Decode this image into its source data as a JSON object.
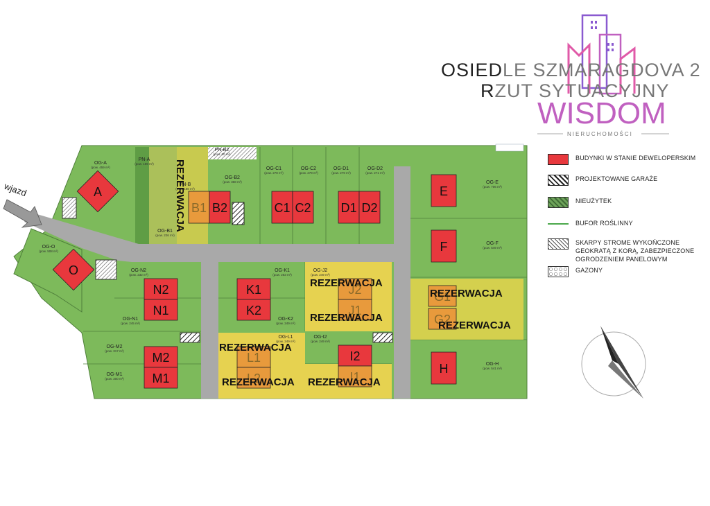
{
  "header": {
    "title1_bold": "OSIED",
    "title1_rest": "LE SZMARAGDOVA 2",
    "title2_bold": "R",
    "title2_rest": "ZUT SYTUACYJNY",
    "logo_text": "WISDOM",
    "logo_sub": "NIERUCHOMOŚCI"
  },
  "entrance_label": "wjazd",
  "colors": {
    "grass": "#7dba5b",
    "road": "#a9a9a9",
    "building": "#e8383d",
    "reserved": "#f0e05a",
    "reserved_orange": "#e89a3c",
    "logo_pink": "#e05aa8",
    "logo_purple": "#8a5ad0"
  },
  "plots": [
    {
      "name": "OG-A",
      "area": "(pow. 459 m²)"
    },
    {
      "name": "OG-O",
      "area": "(pow. 508 m²)"
    },
    {
      "name": "PN-A",
      "area": "(pow. 169 m²)"
    },
    {
      "name": "PN-B",
      "area": "(pow. 166 m²)"
    },
    {
      "name": "PN-B2",
      "area": "(pow. 60 m²)"
    },
    {
      "name": "OG-B1",
      "area": "(pow. 226 m²)"
    },
    {
      "name": "OG-B2",
      "area": "(pow. 368 m²)"
    },
    {
      "name": "OG-C1",
      "area": "(pow. 278 m²)"
    },
    {
      "name": "OG-C2",
      "area": "(pow. 279 m²)"
    },
    {
      "name": "OG-D1",
      "area": "(pow. 279 m²)"
    },
    {
      "name": "OG-D2",
      "area": "(pow. 271 m²)"
    },
    {
      "name": "OG-E",
      "area": "(pow. 706 m²)"
    },
    {
      "name": "OG-F",
      "area": "(pow. 549 m²)"
    },
    {
      "name": "OG-N2",
      "area": "(pow. 232 m²)"
    },
    {
      "name": "OG-N1",
      "area": "(pow. 245 m²)"
    },
    {
      "name": "OG-K1",
      "area": "(pow. 263 m²)"
    },
    {
      "name": "OG-K2",
      "area": "(pow. 249 m²)"
    },
    {
      "name": "OG-J2",
      "area": "(pow. 249 m²)"
    },
    {
      "name": "OG-M2",
      "area": "(pow. 317 m²)"
    },
    {
      "name": "OG-M1",
      "area": "(pow. 300 m²)"
    },
    {
      "name": "OG-L1",
      "area": "(pow. 249 m²)"
    },
    {
      "name": "OG-I2",
      "area": "(pow. 249 m²)"
    },
    {
      "name": "OG-H",
      "area": "(pow. 541 m²)"
    }
  ],
  "buildings": [
    "A",
    "O",
    "B1",
    "B2",
    "C1",
    "C2",
    "D1",
    "D2",
    "E",
    "F",
    "N2",
    "N1",
    "K1",
    "K2",
    "J2",
    "J1",
    "G1",
    "G2",
    "M2",
    "M1",
    "L1",
    "L2",
    "I2",
    "I1",
    "H"
  ],
  "reservation_label": "REZERWACJA",
  "legend": [
    {
      "label": "BUDYNKI W STANIE DEWELOPERSKIM",
      "swatch": "building"
    },
    {
      "label": "PROJEKTOWANE GARAŻE",
      "swatch": "hatch-black"
    },
    {
      "label": "NIEUŻYTEK",
      "swatch": "hatch-green"
    },
    {
      "label": "BUFOR ROŚLINNY",
      "swatch": "line-green"
    },
    {
      "label": "SKARPY STROME WYKOŃCZONE GEOKRATĄ Z KORĄ, ZABEZPIECZONE OGRODZENIEM PANELOWYM",
      "swatch": "hatch-grey"
    },
    {
      "label": "GAZONY",
      "swatch": "hex"
    }
  ]
}
